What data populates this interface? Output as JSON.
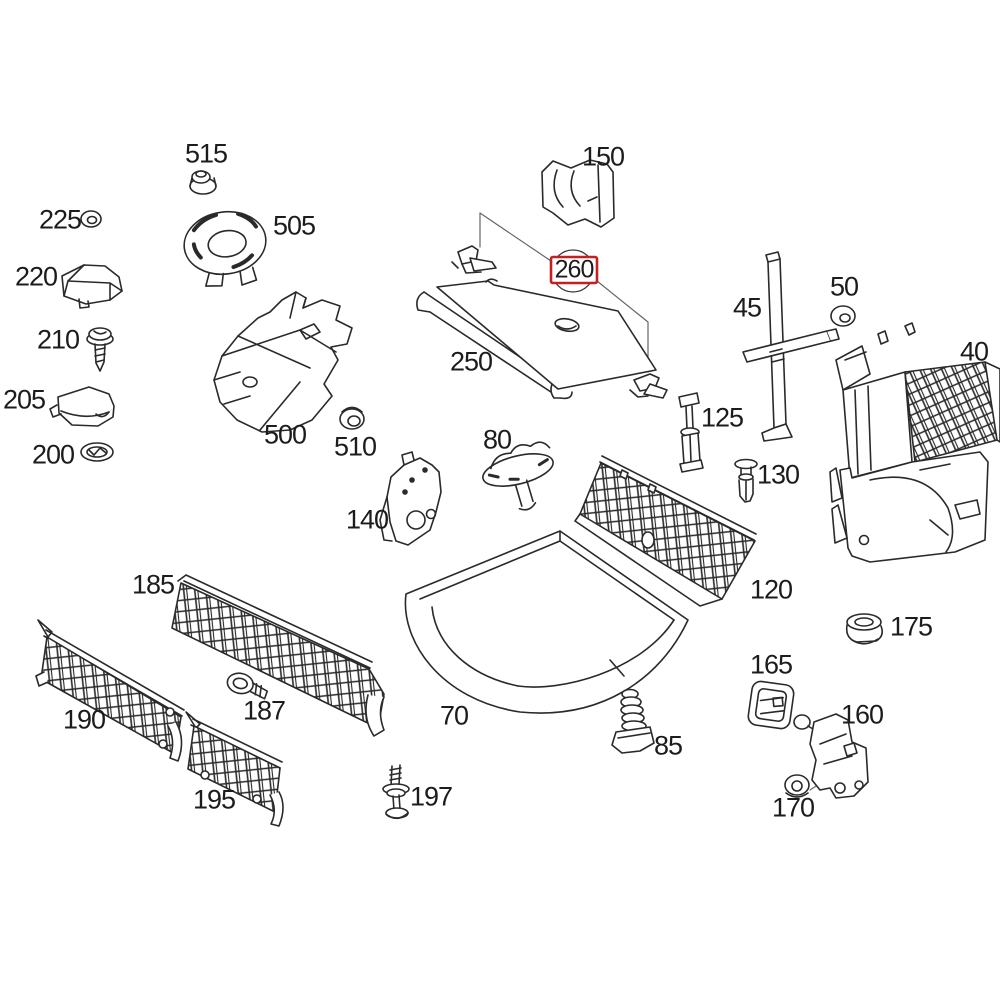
{
  "diagram": {
    "type": "exploded-parts-diagram",
    "background": "#ffffff",
    "line_color": "#2a2a2a",
    "leader_line_color": "#666666",
    "selected_part": "260",
    "highlight": {
      "part": "260",
      "box_color": "#c42020"
    },
    "labels": {
      "p515": "515",
      "p225": "225",
      "p220": "220",
      "p210": "210",
      "p205": "205",
      "p200": "200",
      "p505": "505",
      "p500": "500",
      "p510": "510",
      "p150": "150",
      "p260": "260",
      "p250": "250",
      "p45": "45",
      "p50": "50",
      "p40": "40",
      "p125": "125",
      "p130": "130",
      "p80": "80",
      "p140": "140",
      "p120": "120",
      "p175": "175",
      "p185": "185",
      "p190": "190",
      "p187": "187",
      "p195": "195",
      "p197": "197",
      "p70": "70",
      "p85": "85",
      "p165": "165",
      "p160": "160",
      "p170": "170"
    }
  }
}
